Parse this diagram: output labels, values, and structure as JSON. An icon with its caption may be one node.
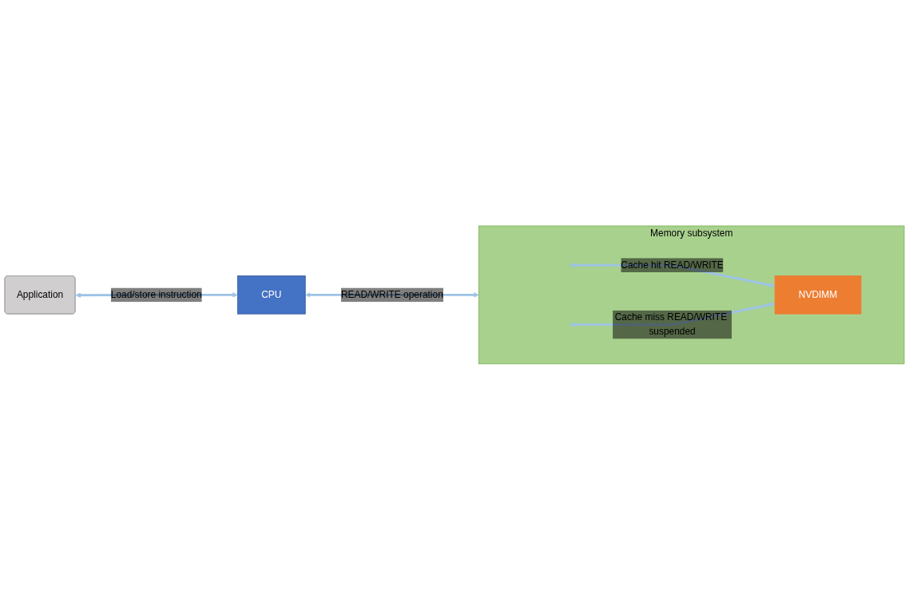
{
  "diagram": {
    "nodes": [
      {
        "text": [
          "Application"
        ]
      },
      {
        "text": [
          "CPU"
        ]
      },
      {
        "text": [
          "Memory subsystem"
        ]
      },
      {
        "text": [
          "NVDIMM"
        ],
        "in": 2
      }
    ],
    "edges": [
      {
        "from": 0,
        "to": 1,
        "arrow": "both",
        "label": "Load/store instruction"
      },
      {
        "from": 1,
        "to": 2,
        "arrow": "both",
        "label": "READ/WRITE operation"
      },
      {
        "from": null,
        "to": 3,
        "arrow": "both",
        "label": "Cache hit READ/WRITE"
      },
      {
        "from": null,
        "to": 3,
        "arrow": "both",
        "label": "Cache miss READ/WRITE suspended"
      }
    ]
  }
}
